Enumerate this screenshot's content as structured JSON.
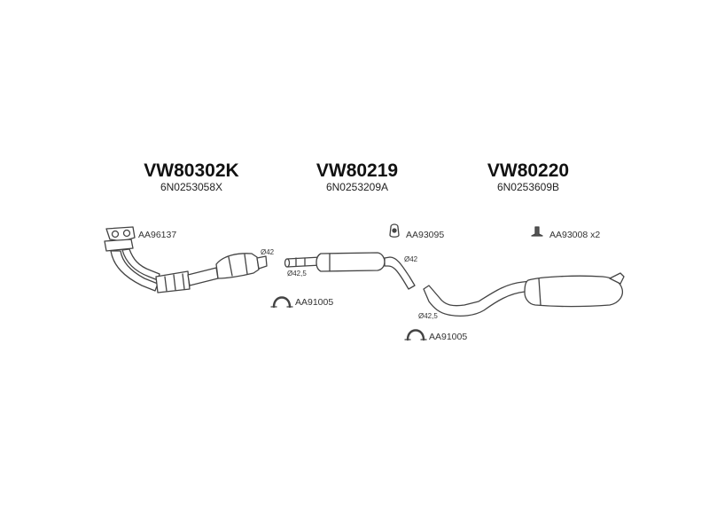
{
  "assemblies": [
    {
      "code": "VW80302K",
      "oem": "6N0253058X"
    },
    {
      "code": "VW80219",
      "oem": "6N0253209A"
    },
    {
      "code": "VW80220",
      "oem": "6N0253609B"
    }
  ],
  "fittings": {
    "gasket": "AA96137",
    "hanger_rubber": "AA93095",
    "mount": "AA93008 x2",
    "clamp_1": "AA91005",
    "clamp_2": "AA91005"
  },
  "diameters": {
    "cat_outlet": "Ø42",
    "front_inlet": "Ø42,5",
    "front_outlet": "Ø42",
    "rear_inlet": "Ø42,5"
  },
  "colors": {
    "line": "#444444",
    "fill": "#ffffff",
    "text": "#222222"
  }
}
